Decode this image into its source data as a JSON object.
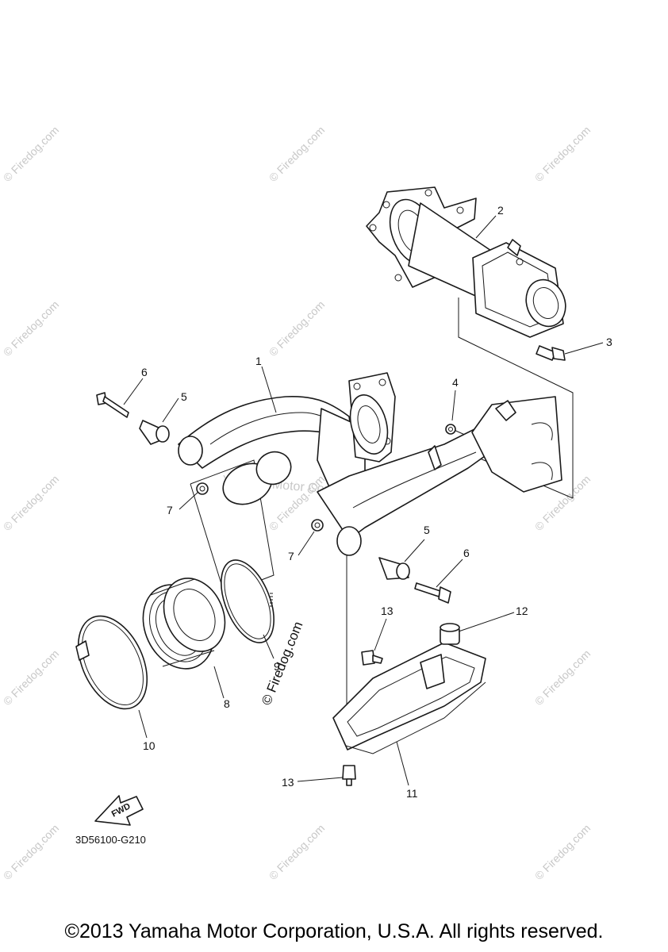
{
  "diagram": {
    "callouts": [
      {
        "id": "c1",
        "label": "1"
      },
      {
        "id": "c2",
        "label": "2"
      },
      {
        "id": "c3",
        "label": "3"
      },
      {
        "id": "c4",
        "label": "4"
      },
      {
        "id": "c5a",
        "label": "5"
      },
      {
        "id": "c5b",
        "label": "5"
      },
      {
        "id": "c6a",
        "label": "6"
      },
      {
        "id": "c6b",
        "label": "6"
      },
      {
        "id": "c7a",
        "label": "7"
      },
      {
        "id": "c7b",
        "label": "7"
      },
      {
        "id": "c8",
        "label": "8"
      },
      {
        "id": "c9",
        "label": "9"
      },
      {
        "id": "c10",
        "label": "10"
      },
      {
        "id": "c11",
        "label": "11"
      },
      {
        "id": "c12",
        "label": "12"
      },
      {
        "id": "c13a",
        "label": "13"
      },
      {
        "id": "c13b",
        "label": "13"
      }
    ],
    "fwd_label": "FWD",
    "diagram_code": "3D56100-G210",
    "watermark_small": "© Firedog.com",
    "watermark_center": "© Firedog.com",
    "watermark_overlay": "Yamaha Motor Corp., U.S.A."
  },
  "footer": {
    "copyright": "©2013 Yamaha Motor Corporation, U.S.A. All rights reserved."
  }
}
